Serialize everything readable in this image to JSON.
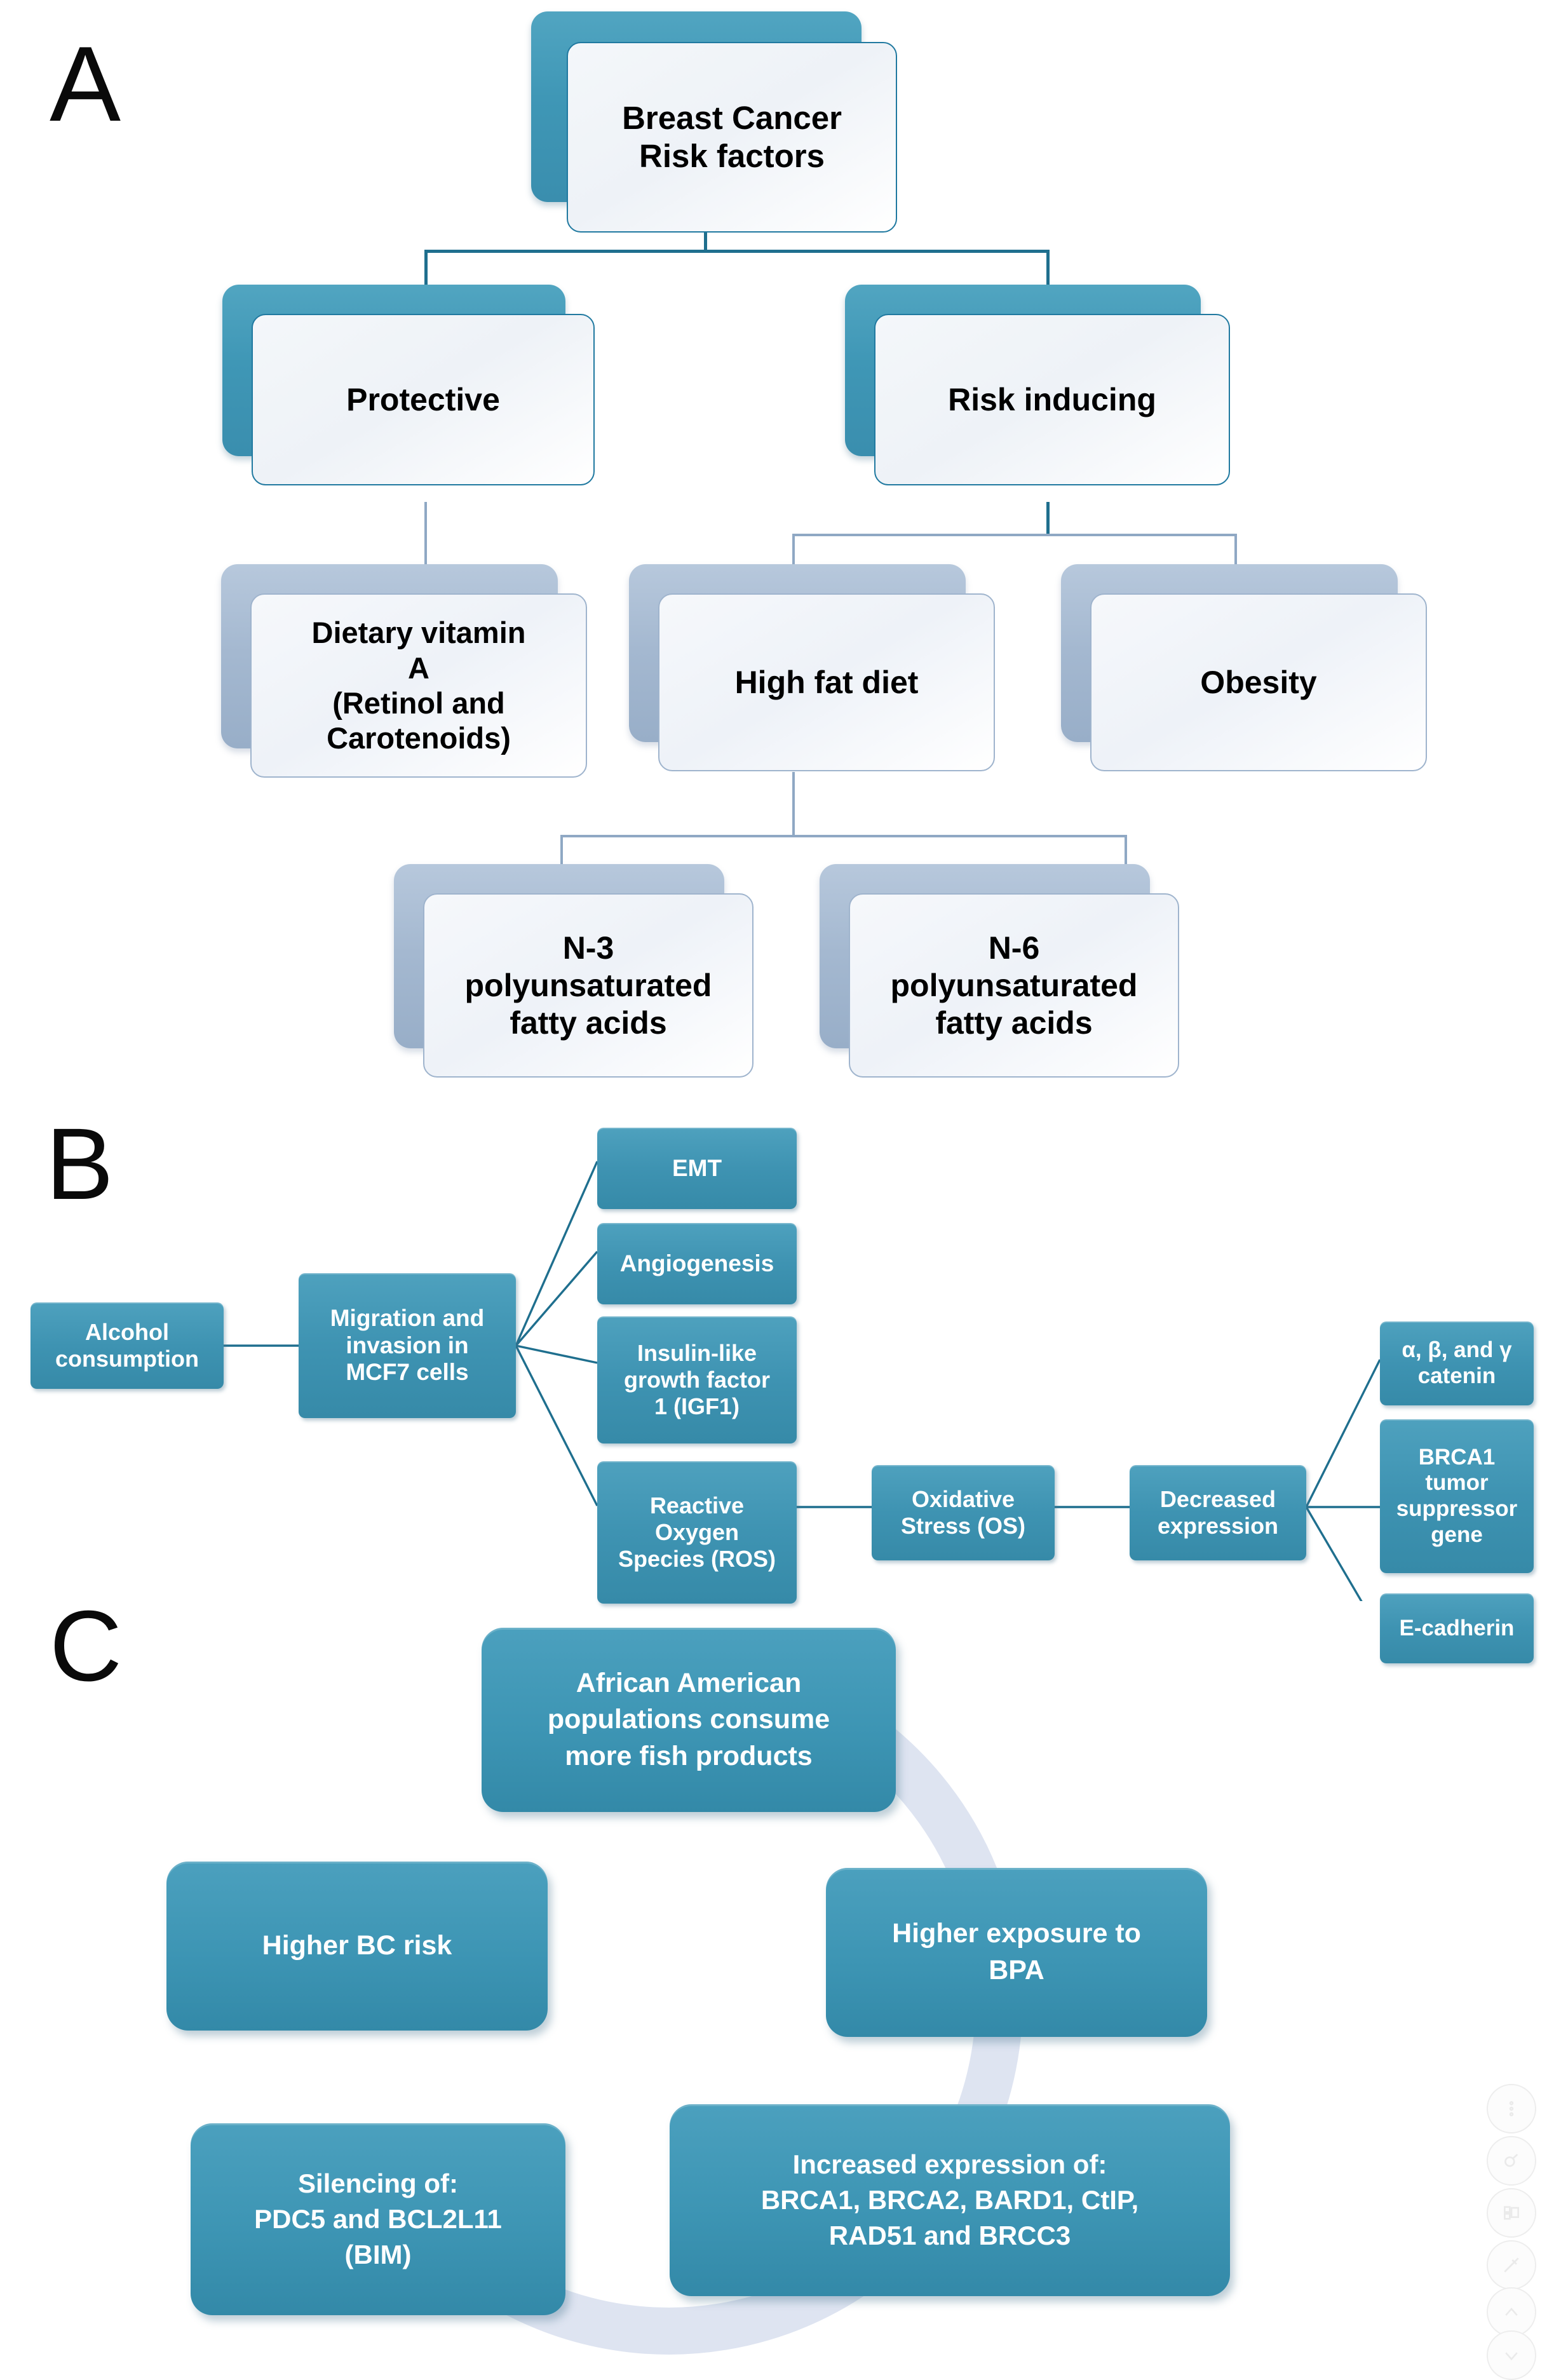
{
  "figure": {
    "panels": [
      {
        "id": "A",
        "letter": "A"
      },
      {
        "id": "B",
        "letter": "B"
      },
      {
        "id": "C",
        "letter": "C"
      }
    ]
  },
  "panel_a": {
    "letter": "A",
    "type": "hierarchy-tree",
    "root": "Breast Cancer\nRisk factors",
    "nodes": {
      "root": "Breast Cancer Risk factors",
      "root_line1": "Breast Cancer",
      "root_line2": "Risk factors",
      "protective": "Protective",
      "risk_inducing": "Risk inducing",
      "vitamin_a_line1": "Dietary vitamin",
      "vitamin_a_line2": "A",
      "vitamin_a_line3": "(Retinol and",
      "vitamin_a_line4": "Carotenoids)",
      "high_fat_diet": "High fat diet",
      "obesity": "Obesity",
      "n3_line1": "N-3",
      "n3_line2": "polyunsaturated",
      "n3_line3": "fatty acids",
      "n6_line1": "N-6",
      "n6_line2": "polyunsaturated",
      "n6_line3": "fatty acids"
    },
    "edges": [
      [
        "root",
        "protective"
      ],
      [
        "root",
        "risk_inducing"
      ],
      [
        "protective",
        "vitamin_a"
      ],
      [
        "risk_inducing",
        "high_fat_diet"
      ],
      [
        "risk_inducing",
        "obesity"
      ],
      [
        "high_fat_diet",
        "n3"
      ],
      [
        "high_fat_diet",
        "n6"
      ]
    ]
  },
  "panel_b": {
    "letter": "B",
    "type": "flow-chart",
    "nodes": {
      "alcohol_l1": "Alcohol",
      "alcohol_l2": "consumption",
      "migration_l1": "Migration and",
      "migration_l2": "invasion in",
      "migration_l3": "MCF7 cells",
      "emt": "EMT",
      "angiogenesis": "Angiogenesis",
      "igf1_l1": "Insulin-like",
      "igf1_l2": "growth factor",
      "igf1_l3": "1 (IGF1)",
      "ros_l1": "Reactive",
      "ros_l2": "Oxygen",
      "ros_l3": "Species (ROS)",
      "os_l1": "Oxidative",
      "os_l2": "Stress (OS)",
      "decreased_l1": "Decreased",
      "decreased_l2": "expression",
      "catenin_l1": "α, β, and γ",
      "catenin_l2": "catenin",
      "brca1_l1": "BRCA1",
      "brca1_l2": "tumor",
      "brca1_l3": "suppressor",
      "brca1_l4": "gene",
      "ecadherin": "E-cadherin"
    },
    "edges": [
      [
        "alcohol",
        "migration"
      ],
      [
        "migration",
        "emt"
      ],
      [
        "migration",
        "angiogenesis"
      ],
      [
        "migration",
        "igf1"
      ],
      [
        "migration",
        "ros"
      ],
      [
        "ros",
        "oxidative_stress"
      ],
      [
        "oxidative_stress",
        "decreased_expression"
      ],
      [
        "decreased_expression",
        "catenin"
      ],
      [
        "decreased_expression",
        "brca1"
      ],
      [
        "decreased_expression",
        "ecadherin"
      ]
    ]
  },
  "panel_c": {
    "letter": "C",
    "type": "cycle",
    "direction": "clockwise",
    "nodes": {
      "fish_l1": "African American",
      "fish_l2": "populations consume",
      "fish_l3": "more fish products",
      "bpa_l1": "Higher exposure to",
      "bpa_l2": "BPA",
      "expr_l1": "Increased expression of:",
      "expr_l2": "BRCA1, BRCA2, BARD1, CtIP,",
      "expr_l3": "RAD51 and BRCC3",
      "silencing_l1": "Silencing of:",
      "silencing_l2": "PDC5 and BCL2L11",
      "silencing_l3": "(BIM)",
      "bc_risk": "Higher BC risk"
    },
    "cycle_order": [
      "African American populations consume more fish products",
      "Higher exposure to BPA",
      "Increased expression of: BRCA1, BRCA2, BARD1, CtIP, RAD51 and BRCC3",
      "Silencing of: PDC5 and BCL2L11 (BIM)",
      "Higher BC risk"
    ]
  },
  "toolbar": {
    "items": [
      {
        "name": "more-options-icon",
        "label": "More options"
      },
      {
        "name": "search-icon",
        "label": "Search"
      },
      {
        "name": "layout-icon",
        "label": "Layout"
      },
      {
        "name": "annotate-icon",
        "label": "Annotate"
      },
      {
        "name": "chevron-up-icon",
        "label": "Previous"
      },
      {
        "name": "chevron-down-icon",
        "label": "Next"
      }
    ]
  },
  "colors": {
    "teal_fill": "#3D95B4",
    "teal_plate": "#3F97B6",
    "slate_plate": "#A4B8D0",
    "connector": "#1F6F8E",
    "connector_light": "#8FA8C4",
    "ring": "#DDE3F0",
    "card_face": "#f2f5fa",
    "text_dark": "#000000",
    "text_light": "#ffffff"
  }
}
